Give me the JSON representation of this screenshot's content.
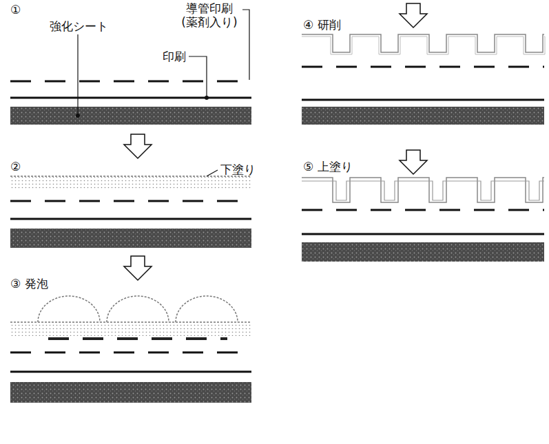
{
  "diagram": {
    "labels": [
      "①",
      "強化シート",
      "導管印刷 (薬剤入り)",
      "印刷",
      "②",
      "下塗り",
      "③ 発泡",
      "④ 研削",
      "⑤ 上塗り"
    ]
  }
}
